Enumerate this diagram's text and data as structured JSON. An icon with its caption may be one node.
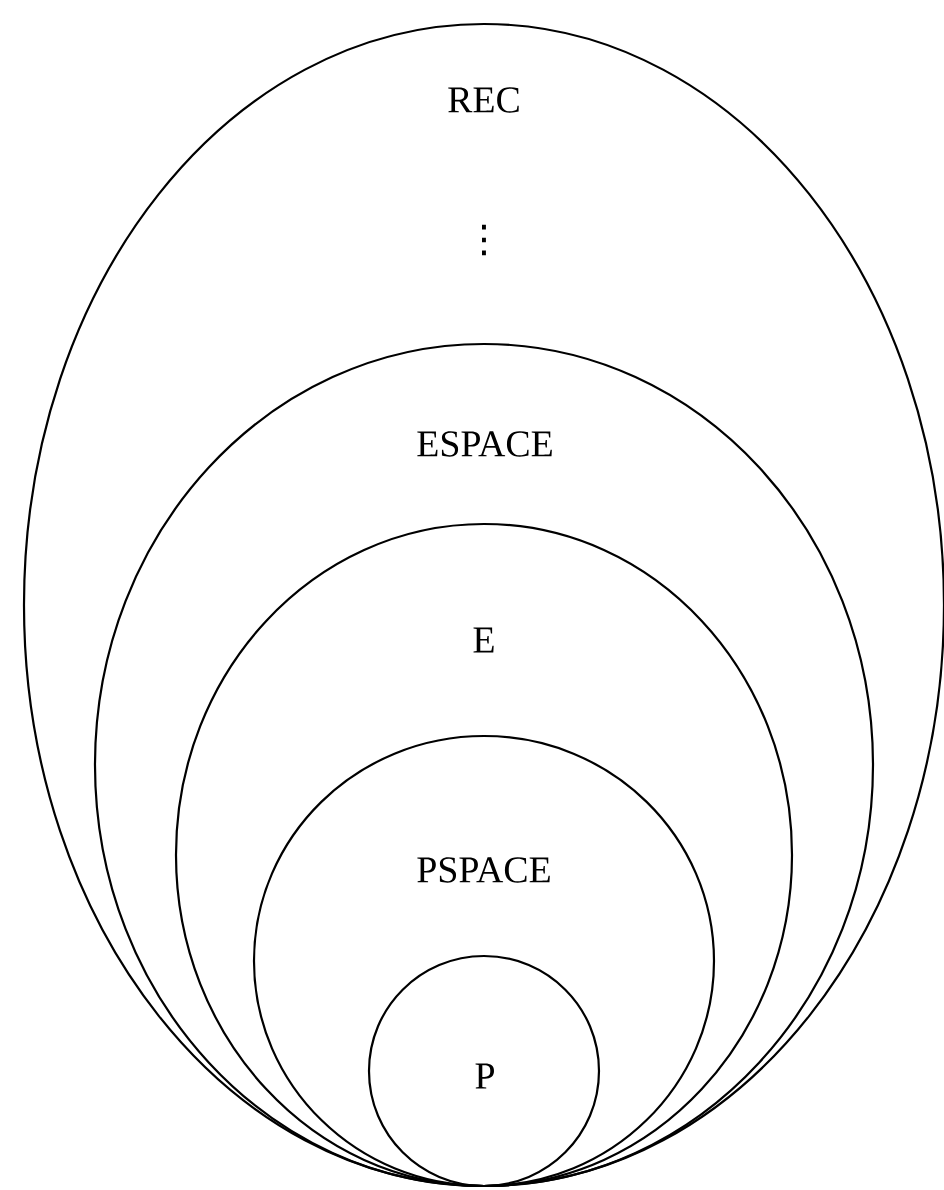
{
  "diagram": {
    "nodes": [
      {
        "text": [
          "REC"
        ]
      },
      {
        "text": [
          "ESPACE"
        ],
        "in": 0
      },
      {
        "text": [
          "E"
        ],
        "in": 1
      },
      {
        "text": [
          "PSPACE"
        ],
        "in": 2
      },
      {
        "text": [
          "P"
        ],
        "in": 3
      }
    ],
    "labels": [
      "⋮"
    ]
  }
}
